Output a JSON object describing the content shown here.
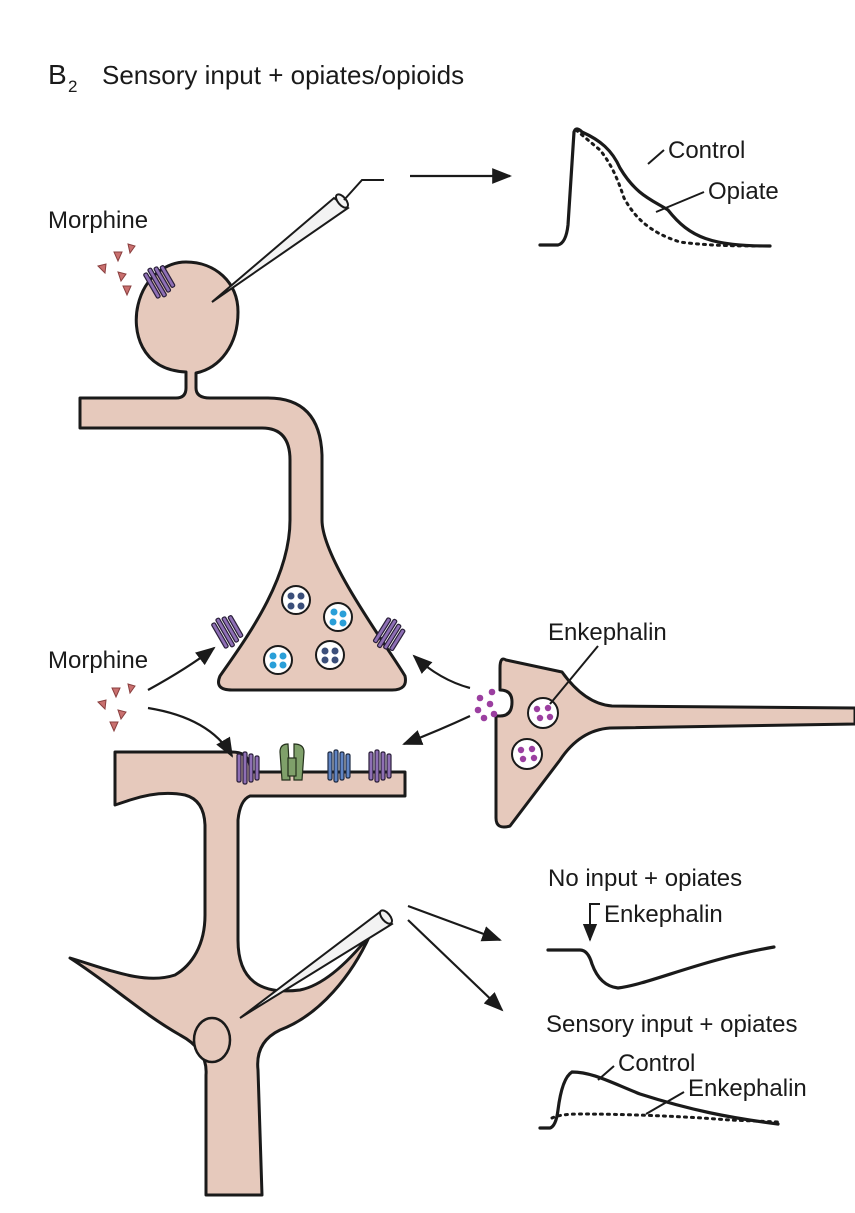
{
  "panel": {
    "letter": "B",
    "subscript": "2",
    "title": "Sensory input + opiates/opioids"
  },
  "labels": {
    "morphine_top": "Morphine",
    "morphine_mid": "Morphine",
    "enkephalin_interneuron": "Enkephalin"
  },
  "trace_top": {
    "control": "Control",
    "opiate": "Opiate"
  },
  "trace_no_input": {
    "title": "No input + opiates",
    "marker": "Enkephalin"
  },
  "trace_sensory": {
    "title": "Sensory input + opiates",
    "control": "Control",
    "enkephalin": "Enkephalin"
  },
  "colors": {
    "cell_fill": "#e6c9bc",
    "cell_outline": "#1a1a1a",
    "receptor_purple": "#8e6fb5",
    "receptor_green": "#7fa06a",
    "receptor_blue": "#5f84c4",
    "morphine_triangle": "#c9706f",
    "enkephalin_dot": "#9b3fa0",
    "vesicle_blue": "#2a9fd8",
    "vesicle_dark": "#3b4f7a"
  }
}
